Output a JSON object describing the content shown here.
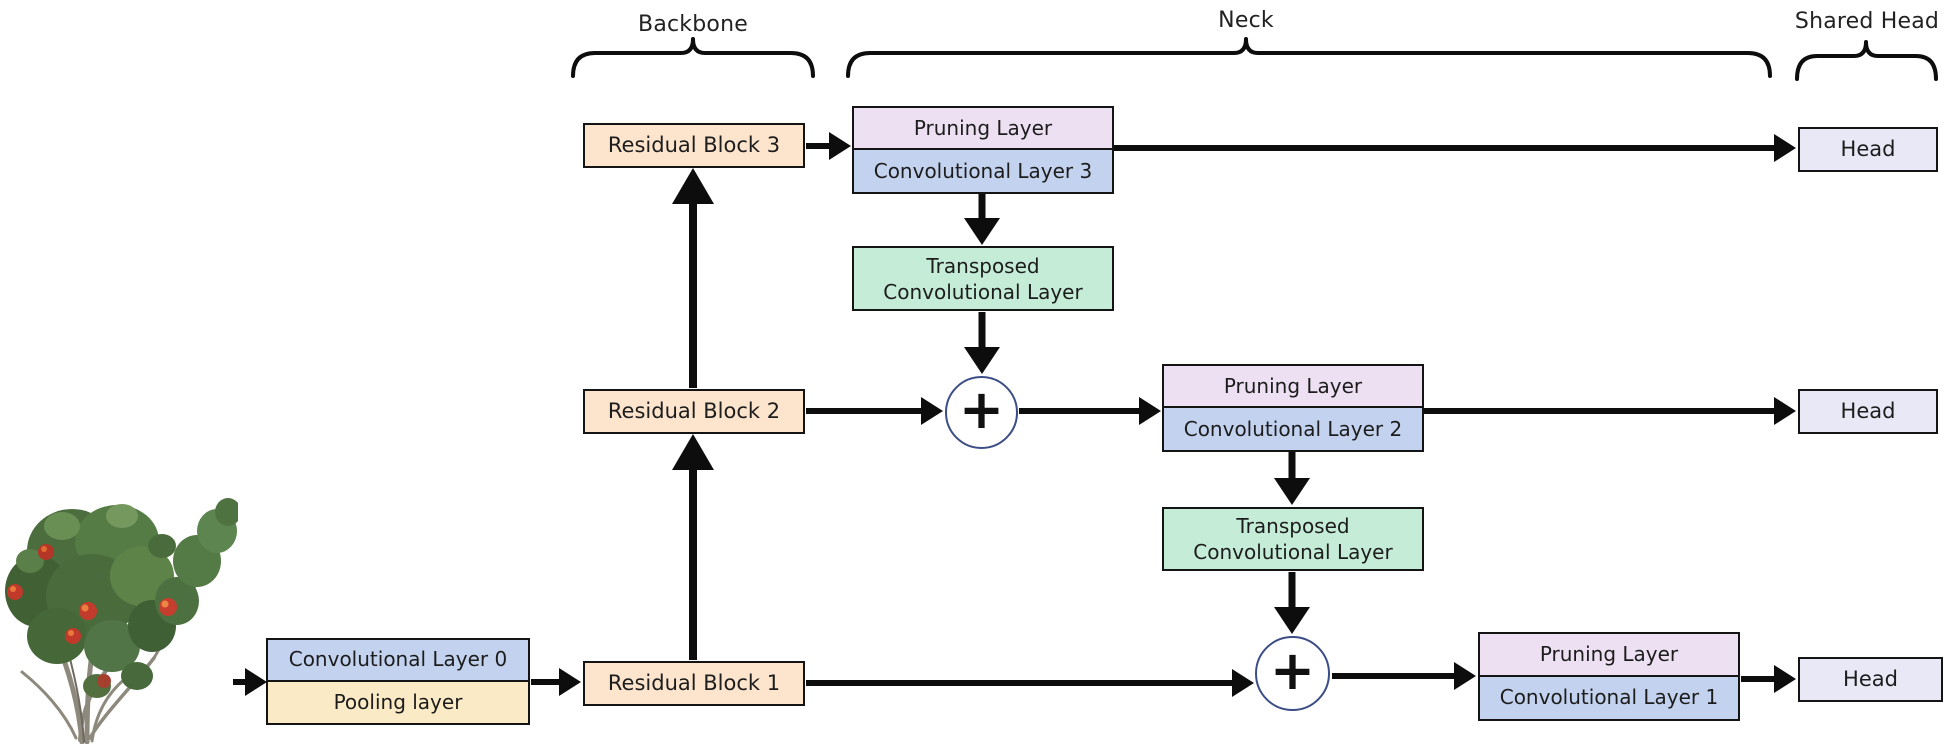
{
  "sections": {
    "backbone": {
      "label": "Backbone"
    },
    "neck": {
      "label": "Neck"
    },
    "shared_head": {
      "label": "Shared Head"
    }
  },
  "nodes": {
    "conv0": {
      "label": "Convolutional Layer 0"
    },
    "pooling": {
      "label": "Pooling layer"
    },
    "residual_block_1": {
      "label": "Residual Block 1"
    },
    "residual_block_2": {
      "label": "Residual Block 2"
    },
    "residual_block_3": {
      "label": "Residual Block 3"
    },
    "stack3": {
      "pruning": "Pruning Layer",
      "conv": "Convolutional Layer 3"
    },
    "stack2": {
      "pruning": "Pruning Layer",
      "conv": "Convolutional Layer 2"
    },
    "stack1": {
      "pruning": "Pruning Layer",
      "conv": "Convolutional Layer 1"
    },
    "transposed1": {
      "line1": "Transposed",
      "line2": "Convolutional Layer"
    },
    "transposed2": {
      "line1": "Transposed",
      "line2": "Convolutional Layer"
    },
    "head1": {
      "label": "Head"
    },
    "head2": {
      "label": "Head"
    },
    "head3": {
      "label": "Head"
    },
    "adder_symbol": "+"
  },
  "icons": {
    "input_image": "apple-tree"
  },
  "colors": {
    "residual-fill": "#fce4cd",
    "pruning-fill": "#ece0f2",
    "conv-fill": "#c3d2ef",
    "transposed-fill": "#c4ecd6",
    "pooling-fill": "#fbeac6",
    "head-fill": "#e8e8f6",
    "node-border": "#141414",
    "arrow-color": "#0d0d0d",
    "adder-ring": "#3c4d85"
  }
}
